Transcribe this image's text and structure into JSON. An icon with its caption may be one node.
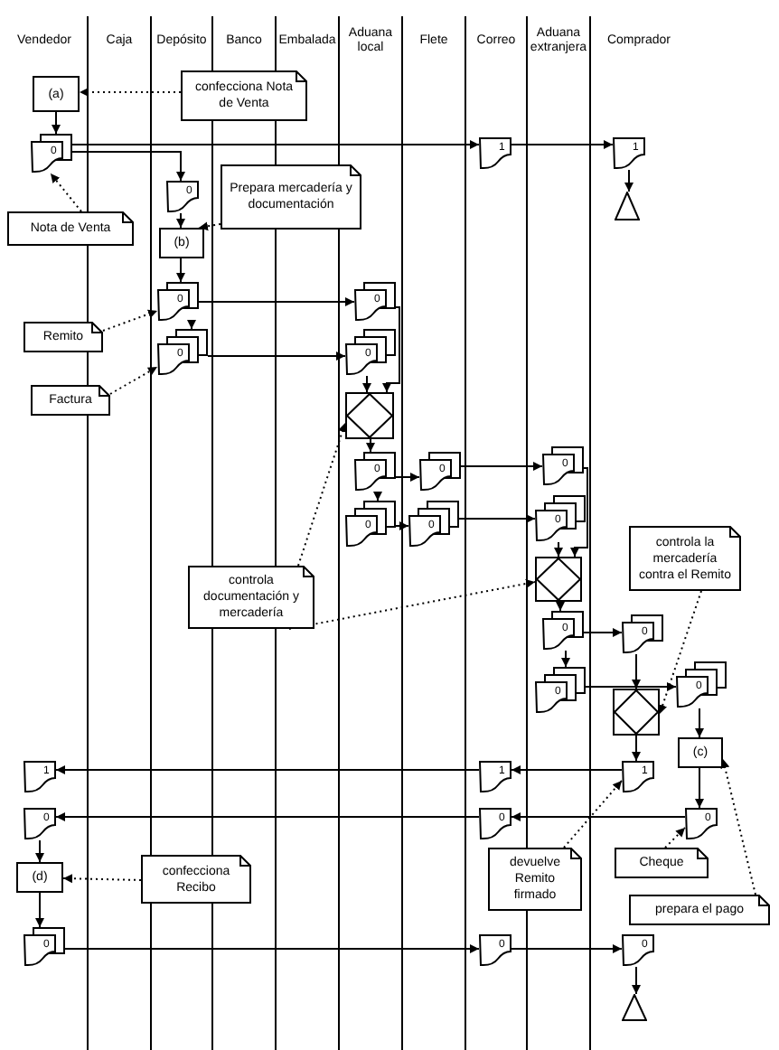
{
  "diagram": {
    "nodes": [
      {
        "text": [
          "(a)"
        ]
      },
      {
        "text": [
          "confecciona Nota de Venta"
        ]
      },
      {
        "text": [
          "0"
        ]
      },
      {
        "text": [
          "1"
        ]
      },
      {
        "text": [
          "1"
        ]
      },
      {
        "text": [],
        "shape": "triangle"
      },
      {
        "text": [
          "Nota de Venta"
        ]
      },
      {
        "text": [
          "0"
        ]
      },
      {
        "text": [
          "Prepara mercadería y documentación"
        ]
      },
      {
        "text": [
          "(b)"
        ]
      },
      {
        "text": [
          "0"
        ]
      },
      {
        "text": [
          "0"
        ]
      },
      {
        "text": [
          "Remito"
        ]
      },
      {
        "text": [
          "Factura"
        ]
      },
      {
        "text": [
          "0"
        ]
      },
      {
        "text": [
          "0"
        ]
      },
      {
        "text": [],
        "shape": "box"
      },
      {
        "text": [
          "0"
        ]
      },
      {
        "text": [
          "0"
        ]
      },
      {
        "text": [
          "0"
        ]
      },
      {
        "text": [
          "0"
        ]
      },
      {
        "text": [
          "0"
        ]
      },
      {
        "text": [
          "0"
        ]
      },
      {
        "text": [],
        "shape": "box"
      },
      {
        "text": [
          "controla documentación y mercadería"
        ]
      },
      {
        "text": [
          "0"
        ]
      },
      {
        "text": [
          "0"
        ]
      },
      {
        "text": [
          "0"
        ]
      },
      {
        "text": [
          "controla la mercadería contra el Remito"
        ]
      },
      {
        "text": [],
        "shape": "box"
      },
      {
        "text": [
          "0"
        ]
      },
      {
        "text": [
          "(c)"
        ]
      },
      {
        "text": [
          "1"
        ]
      },
      {
        "text": [
          "1"
        ]
      },
      {
        "text": [
          "1"
        ]
      },
      {
        "text": [
          "0"
        ]
      },
      {
        "text": [
          "0"
        ]
      },
      {
        "text": [
          "0"
        ]
      },
      {
        "text": [
          "(d)"
        ]
      },
      {
        "text": [
          "confecciona Recibo"
        ]
      },
      {
        "text": [
          "devuelve Remito firmado"
        ]
      },
      {
        "text": [
          "Cheque"
        ]
      },
      {
        "text": [
          "prepara el pago"
        ]
      },
      {
        "text": [
          "0"
        ]
      },
      {
        "text": [
          "0"
        ]
      },
      {
        "text": [
          "0"
        ]
      },
      {
        "text": [],
        "shape": "triangle"
      }
    ],
    "edges": [
      {
        "from": 1,
        "to": 0,
        "arrow": "to",
        "style": "dashed"
      },
      {
        "from": 0,
        "to": 2,
        "arrow": "to"
      },
      {
        "from": 2,
        "to": 3,
        "arrow": "to"
      },
      {
        "from": 3,
        "to": 4,
        "arrow": "to"
      },
      {
        "from": 4,
        "to": 5,
        "arrow": "to"
      },
      {
        "from": 6,
        "to": 2,
        "arrow": "to",
        "style": "dashed"
      },
      {
        "from": 2,
        "to": 7,
        "arrow": "to"
      },
      {
        "from": 8,
        "to": 9,
        "arrow": "to",
        "style": "dashed"
      },
      {
        "from": 7,
        "to": 9,
        "arrow": "to"
      },
      {
        "from": 9,
        "to": 10,
        "arrow": "to"
      },
      {
        "from": 10,
        "to": 11,
        "arrow": "to"
      },
      {
        "from": 12,
        "to": 10,
        "arrow": "to",
        "style": "dashed"
      },
      {
        "from": 13,
        "to": 11,
        "arrow": "to",
        "style": "dashed"
      },
      {
        "from": 10,
        "to": 14,
        "arrow": "to"
      },
      {
        "from": 11,
        "to": 15,
        "arrow": "to"
      },
      {
        "from": 14,
        "to": 16,
        "arrow": "to"
      },
      {
        "from": 15,
        "to": 16,
        "arrow": "to"
      },
      {
        "from": 16,
        "to": 17,
        "arrow": "to"
      },
      {
        "from": 17,
        "to": 18,
        "arrow": "to"
      },
      {
        "from": 18,
        "to": 19,
        "arrow": "to"
      },
      {
        "from": 17,
        "to": 20,
        "arrow": "to"
      },
      {
        "from": 20,
        "to": 21,
        "arrow": "to"
      },
      {
        "from": 21,
        "to": 22,
        "arrow": "to"
      },
      {
        "from": 19,
        "to": 23,
        "arrow": "to"
      },
      {
        "from": 22,
        "to": 23,
        "arrow": "to"
      },
      {
        "from": 24,
        "to": 16,
        "arrow": "to",
        "style": "dashed"
      },
      {
        "from": 24,
        "to": 23,
        "arrow": "to",
        "style": "dashed"
      },
      {
        "from": 23,
        "to": 25,
        "arrow": "to"
      },
      {
        "from": 25,
        "to": 26,
        "arrow": "to"
      },
      {
        "from": 25,
        "to": 27,
        "arrow": "to"
      },
      {
        "from": 26,
        "to": 30,
        "arrow": "to"
      },
      {
        "from": 27,
        "to": 29,
        "arrow": "to"
      },
      {
        "from": 28,
        "to": 29,
        "arrow": "to",
        "style": "dashed"
      },
      {
        "from": 30,
        "to": 31,
        "arrow": "to"
      },
      {
        "from": 29,
        "to": 32,
        "arrow": "to"
      },
      {
        "from": 32,
        "to": 33,
        "arrow": "to"
      },
      {
        "from": 33,
        "to": 34,
        "arrow": "to"
      },
      {
        "from": 31,
        "to": 35,
        "arrow": "to"
      },
      {
        "from": 35,
        "to": 36,
        "arrow": "to"
      },
      {
        "from": 36,
        "to": 37,
        "arrow": "to"
      },
      {
        "from": 37,
        "to": 38,
        "arrow": "to"
      },
      {
        "from": 39,
        "to": 38,
        "arrow": "to",
        "style": "dashed"
      },
      {
        "from": 40,
        "to": 32,
        "arrow": "to",
        "style": "dashed"
      },
      {
        "from": 41,
        "to": 35,
        "arrow": "to",
        "style": "dashed"
      },
      {
        "from": 42,
        "to": 31,
        "arrow": "to",
        "style": "dashed"
      },
      {
        "from": 38,
        "to": 43,
        "arrow": "to"
      },
      {
        "from": 43,
        "to": 44,
        "arrow": "to"
      },
      {
        "from": 44,
        "to": 45,
        "arrow": "to"
      },
      {
        "from": 45,
        "to": 46,
        "arrow": "to"
      }
    ],
    "labels": [
      "Vendedor",
      "Caja",
      "Depósito",
      "Banco",
      "Embalada",
      "Aduana local",
      "Flete",
      "Correo",
      "Aduana extranjera",
      "Comprador"
    ]
  }
}
